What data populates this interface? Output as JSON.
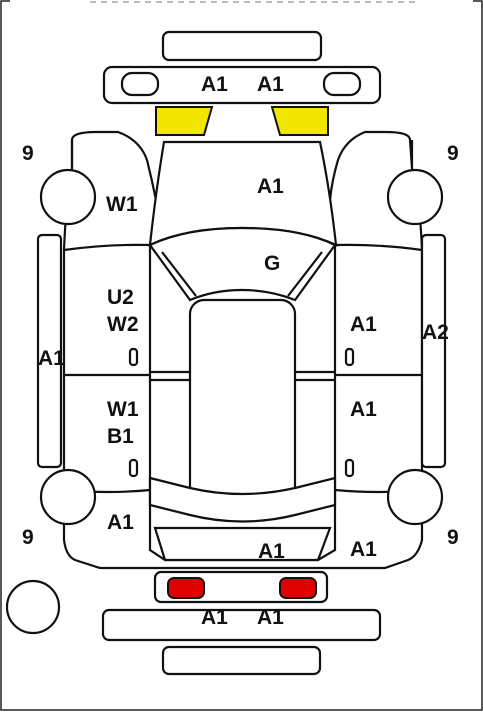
{
  "colors": {
    "outline": "#111111",
    "headlight_fill": "#f2e600",
    "taillight_fill": "#e00000",
    "background": "#ffffff"
  },
  "top_strip": "",
  "labels": {
    "front_bumper_left": "A1",
    "front_bumper_right": "A1",
    "hood": "A1",
    "windshield": "G",
    "front_left_fender": "W1",
    "front_right_wheel": "9",
    "front_left_wheel": "9",
    "left_front_door_1": "U2",
    "left_front_door_2": "W2",
    "left_sill": "A1",
    "right_front_door": "A1",
    "right_sill": "A2",
    "left_rear_door_1": "W1",
    "left_rear_door_2": "B1",
    "right_rear_door": "A1",
    "left_rear_quarter": "A1",
    "rear_left_wheel": "9",
    "rear_right_wheel": "9",
    "trunk": "A1",
    "right_rear_quarter": "A1",
    "rear_bumper_left": "A1",
    "rear_bumper_right": "A1"
  }
}
